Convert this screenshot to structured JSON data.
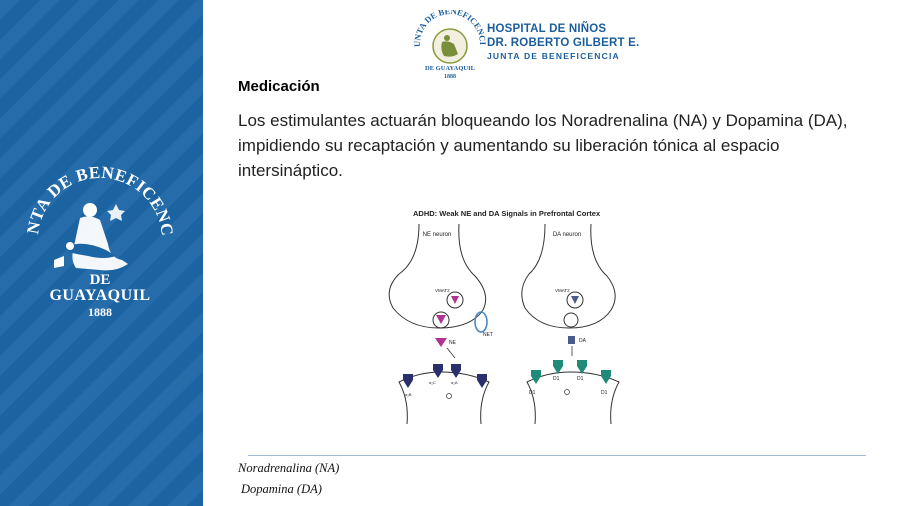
{
  "sidebar": {
    "seal": {
      "top_text": "JUNTA DE BENEFICENCIA",
      "de": "DE",
      "city": "GUAYAQUIL",
      "year": "1888"
    }
  },
  "header": {
    "logo_small": {
      "top_text": "JUNTA DE BENEFICENCIA",
      "bottom_text": "DE GUAYAQUIL",
      "year": "1888"
    },
    "hospital_line1": "HOSPITAL DE NIÑOS",
    "hospital_line2": "DR. ROBERTO GILBERT E.",
    "hospital_line3": "JUNTA DE BENEFICENCIA"
  },
  "slide": {
    "title": "Medicación",
    "body": "Los estimulantes actuarán bloqueando los Noradrenalina (NA) y Dopamina (DA), impidiendo su recaptación y aumentando su liberación tónica al espacio intersináptico."
  },
  "figure": {
    "title": "ADHD: Weak NE and DA Signals in Prefrontal Cortex",
    "left_neuron": "NE neuron",
    "right_neuron": "DA neuron",
    "vmat_left": "VMAT2",
    "vmat_right": "VMAT2",
    "ne_label": "NE",
    "da_label": "DA",
    "net_label": "NET",
    "receptors_left": [
      "α₂B",
      "α₂C",
      "α₂A"
    ],
    "receptors_right": [
      "D1",
      "D1",
      "D1",
      "D1"
    ],
    "colors": {
      "ne": "#b0338f",
      "da": "#4a5a8a",
      "receptor_left": "#2a2f6e",
      "receptor_right": "#1f8a78",
      "net": "#4a8ac7"
    }
  },
  "footer": {
    "line1": "Noradrenalina (NA)",
    "line2": "Dopamina (DA)"
  },
  "colors": {
    "sidebar": "#1d66a6",
    "hospital_text": "#1b5e9e",
    "divider": "#9fb8d6"
  }
}
